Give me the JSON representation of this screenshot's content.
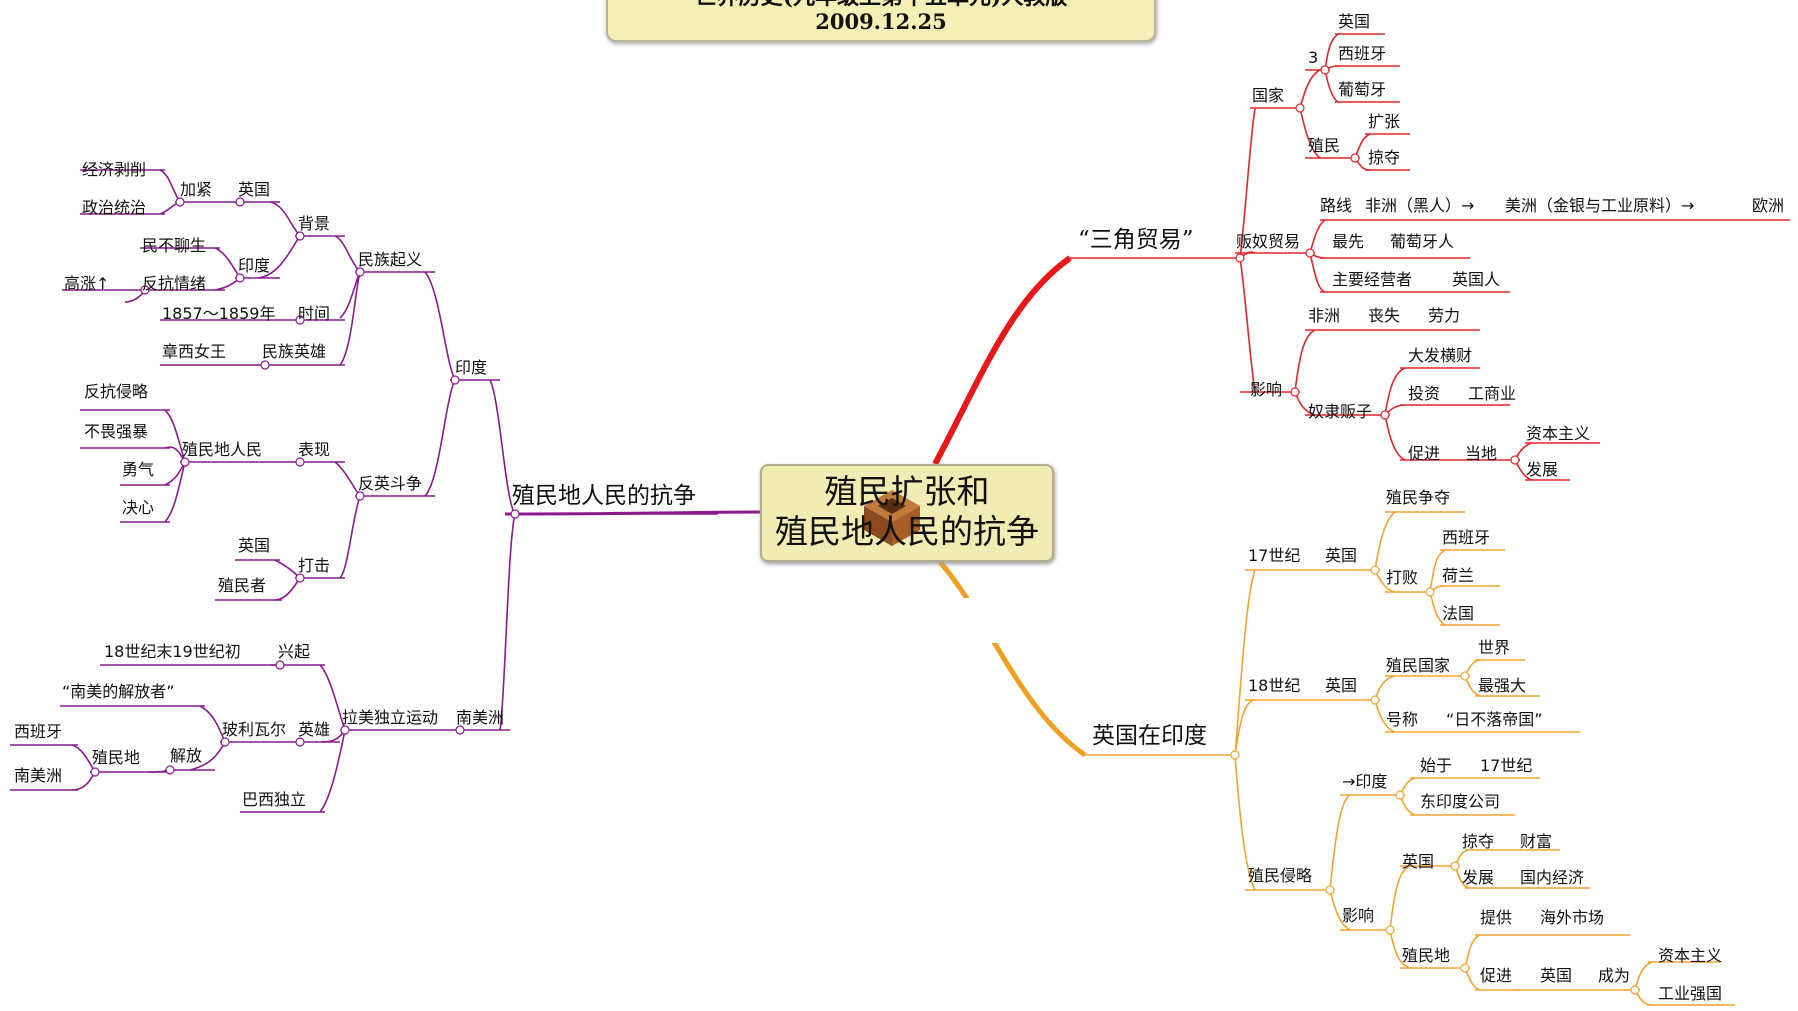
{
  "header": {
    "title": "世界历史(九年级上第十五单元)人教版",
    "date": "2009.12.25"
  },
  "center": {
    "line1": "殖民扩张和",
    "line2": "殖民地人民的抗争"
  },
  "colors": {
    "purple": "#8b1a8e",
    "red": "#e0262b",
    "orange": "#f2a431",
    "title_fill": "#f3efb6",
    "center_fill": "#f1ebb4"
  },
  "nodes": {
    "resistance": "殖民地人民的抗争",
    "india": "印度",
    "uprising": "民族起义",
    "background": "背景",
    "bg_britain": "英国",
    "bg_tighten": "加紧",
    "econ_exploit": "经济剥削",
    "pol_rule": "政治统治",
    "bg_india": "印度",
    "people_misery": "民不聊生",
    "resist_mood": "反抗情绪",
    "rising": "高涨↑",
    "time": "时间",
    "years": "1857～1859年",
    "hero": "民族英雄",
    "queen": "章西女王",
    "anti_british": "反英斗争",
    "performance": "表现",
    "colonial_people": "殖民地人民",
    "resist_aggression": "反抗侵略",
    "fearless": "不畏强暴",
    "courage": "勇气",
    "determination": "决心",
    "strike": "打击",
    "strike_britain": "英国",
    "colonizers": "殖民者",
    "south_america": "南美洲",
    "latam_movement": "拉美独立运动",
    "rise": "兴起",
    "rise_time": "18世纪末19世纪初",
    "hero2": "英雄",
    "bolivar": "玻利瓦尔",
    "liberator": "“南美的解放者”",
    "liberate": "解放",
    "colony": "殖民地",
    "spain_l": "西班牙",
    "south_america_l": "南美洲",
    "brazil": "巴西独立",
    "triangle": "“三角贸易”",
    "countries": "国家",
    "count3": "3",
    "c_britain": "英国",
    "c_spain": "西班牙",
    "c_portugal": "葡萄牙",
    "colonize": "殖民",
    "expand": "扩张",
    "plunder": "掠夺",
    "slave_trade": "贩奴贸易",
    "route": "路线",
    "africa_black": "非洲（黑人）→",
    "america_gold": "美洲（金银与工业原料）→",
    "europe": "欧洲",
    "earliest": "最先",
    "portuguese": "葡萄牙人",
    "main_operator": "主要经营者",
    "british": "英国人",
    "impact": "影响",
    "africa": "非洲",
    "lose": "丧失",
    "labor": "劳力",
    "slave_traders": "奴隶贩子",
    "fortune": "大发横财",
    "invest": "投资",
    "industry": "工商业",
    "promote": "促进",
    "local": "当地",
    "capitalism": "资本主义",
    "develop": "发展",
    "britain_india": "英国在印度",
    "c17": "17世纪",
    "c17_britain": "英国",
    "colony_race": "殖民争夺",
    "defeat": "打败",
    "d_spain": "西班牙",
    "d_holland": "荷兰",
    "d_france": "法国",
    "c18": "18世纪",
    "c18_britain": "英国",
    "colonial_nation": "殖民国家",
    "world": "世界",
    "biggest": "最强大",
    "titled": "号称",
    "sun_never_sets": "“日不落帝国”",
    "colonial_invasion": "殖民侵略",
    "to_india": "→印度",
    "began": "始于",
    "began_c17": "17世纪",
    "east_india": "东印度公司",
    "impact2": "影响",
    "i_britain": "英国",
    "plunder2": "掠夺",
    "wealth": "财富",
    "develop2": "发展",
    "domestic_economy": "国内经济",
    "i_colony": "殖民地",
    "provide": "提供",
    "overseas_market": "海外市场",
    "promote2": "促进",
    "p_britain": "英国",
    "become": "成为",
    "capitalism2": "资本主义",
    "industrial_power": "工业强国"
  }
}
